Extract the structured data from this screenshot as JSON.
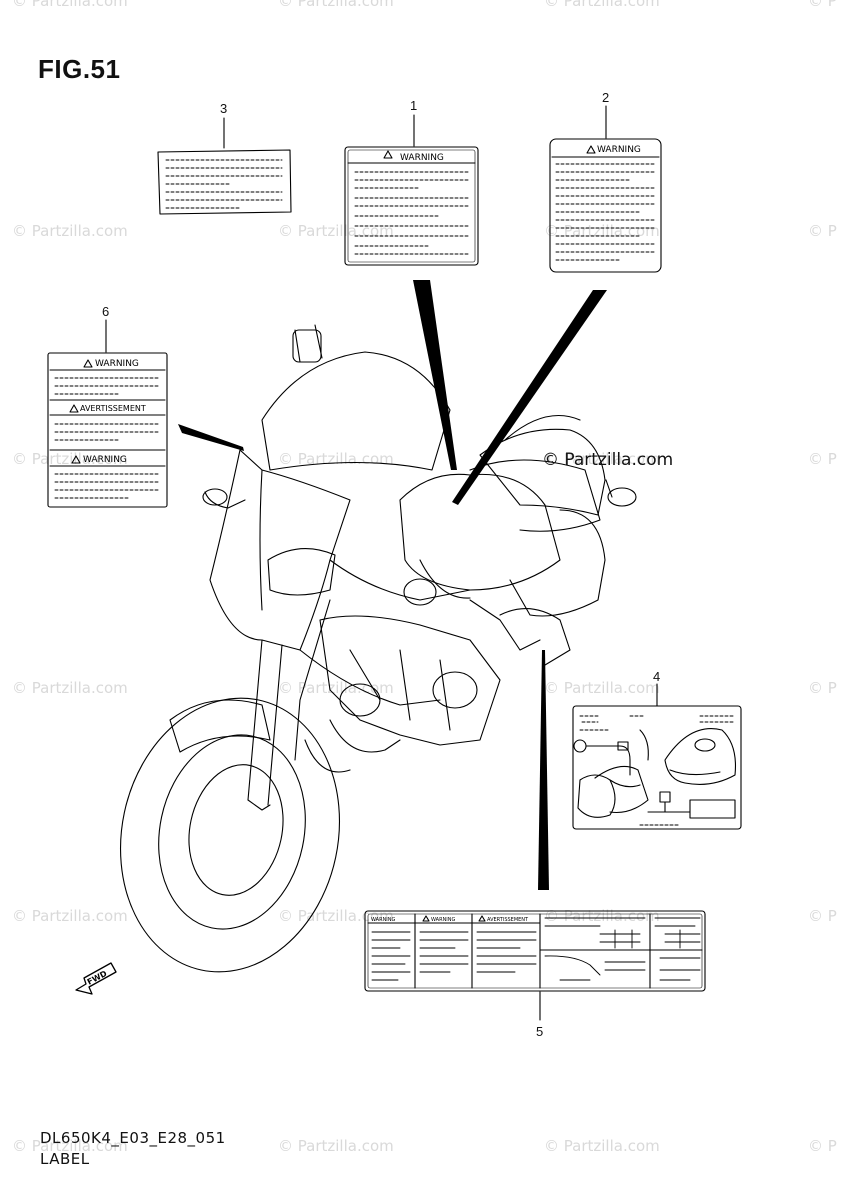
{
  "figure": {
    "title": "FIG.51"
  },
  "watermark": {
    "text": "© Partzilla.com",
    "partial": "© P"
  },
  "copyright": "© Partzilla.com",
  "callouts": [
    "1",
    "2",
    "3",
    "4",
    "5",
    "6"
  ],
  "labels": {
    "warning": "WARNING",
    "avertissement": "AVERTISSEMENT"
  },
  "footer": {
    "code": "DL650K4_E03_E28_051",
    "caption": "LABEL"
  },
  "fwd": "FWD"
}
